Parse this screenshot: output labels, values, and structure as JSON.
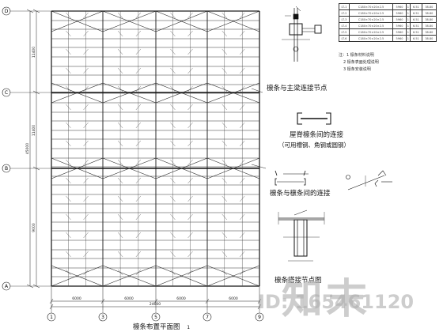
{
  "axes": {
    "rows": [
      "D",
      "C",
      "B",
      "A"
    ],
    "cols": [
      "1",
      "3",
      "5",
      "7",
      "9"
    ]
  },
  "dimensions": {
    "left_spans": [
      "11400",
      "11400",
      "9000"
    ],
    "left_total": "45000",
    "bottom_spans": [
      "6000",
      "6000",
      "6000",
      "6000"
    ],
    "bottom_total": "24000"
  },
  "captions": {
    "plan_title": "檩条布置平面图",
    "plan_scale": "1",
    "detail_purlin_rafter": "檩条与主梁连接节点",
    "detail_ridge_purlin": "屋脊檩条间的连接",
    "detail_ridge_purlin_sub": "（可用槽钢、角钢或圆钢）",
    "detail_purlin_purlin": "檩条与檩条间的连接",
    "detail_purlin_support": "檩条搭接节点图"
  },
  "spec_table": {
    "rows": [
      [
        "LT-1",
        "C180×70×20×2.5",
        "5960",
        "1",
        "6.51",
        "38.80"
      ],
      [
        "LT-2",
        "C180×70×20×2.5",
        "5960",
        "1",
        "6.51",
        "38.80"
      ],
      [
        "LT-3",
        "C180×70×20×2.5",
        "5960",
        "1",
        "6.51",
        "38.80"
      ],
      [
        "LT-4",
        "C180×70×20×2.5",
        "5960",
        "1",
        "6.51",
        "38.80"
      ],
      [
        "LT-5",
        "C180×70×20×2.5",
        "5960",
        "1",
        "6.51",
        "38.80"
      ],
      [
        "LT-6",
        "C180×70×20×2.5",
        "5960",
        "1",
        "6.51",
        "38.80"
      ]
    ]
  },
  "notes": {
    "title": "注：1 檩条材料说明",
    "lines": [
      "2 檩条表面处理说明",
      "3 檩条安装说明"
    ]
  },
  "watermark": {
    "logo_text": "知末",
    "id_text": "ID: 165461120"
  }
}
